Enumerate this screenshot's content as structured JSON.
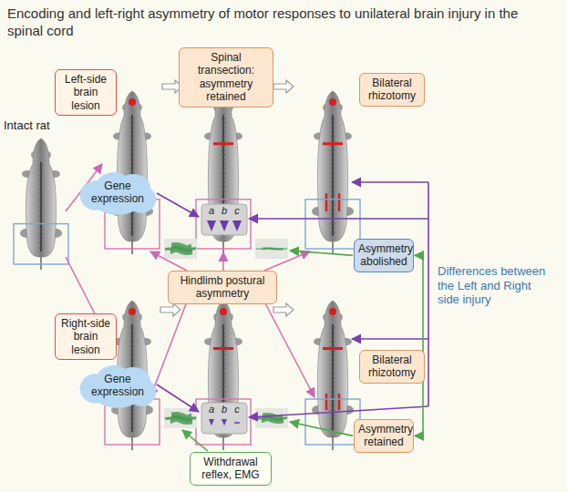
{
  "diagram": {
    "title": "Encoding and left-right asymmetry of motor responses to unilateral brain injury in the spinal cord",
    "nodes": [
      {
        "text": [
          "Left-side brain lesion"
        ]
      },
      {
        "text": [
          "Spinal transection: asymmetry retained"
        ]
      },
      {
        "text": [
          "Bilateral rhizotomy"
        ]
      },
      {
        "text": [
          "Gene expression"
        ]
      },
      {
        "text": [
          "Hindlimb postural asymmetry"
        ]
      },
      {
        "text": [
          "Asymmetry abolished"
        ]
      },
      {
        "text": [
          "Right-side brain lesion"
        ]
      },
      {
        "text": [
          "Bilateral rhizotomy"
        ]
      },
      {
        "text": [
          "Gene expression"
        ]
      },
      {
        "text": [
          "Asymmetry retained"
        ]
      },
      {
        "text": [
          "Withdrawal reflex, EMG"
        ]
      }
    ],
    "edges": [
      {
        "from": 5,
        "to": 9,
        "arrow": "both"
      }
    ],
    "labels": [
      "Intact rat",
      "a",
      "b",
      "c",
      "a",
      "b",
      "c",
      "Differences between the Left and Right side injury"
    ]
  }
}
